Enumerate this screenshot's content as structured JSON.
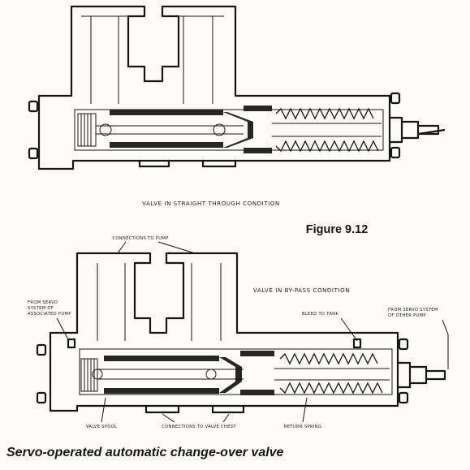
{
  "figure_number": "Figure 9.12",
  "title": "Servo-operated automatic change-over valve",
  "top_view": {
    "caption": "VALVE IN STRAIGHT THROUGH CONDITION"
  },
  "bottom_view": {
    "condition_label": "VALVE IN BY-PASS CONDITION",
    "labels": {
      "connections_to_pump": "CONNECTIONS TO PUMP",
      "from_servo_associated": [
        "FROM SERVO",
        "SYSTEM OF",
        "ASSOCIATED PUMP"
      ],
      "bleed_to_tank": "BLEED TO TANK",
      "from_servo_other": [
        "FROM SERVO SYSTEM",
        "OF OTHER PUMP"
      ],
      "valve_spool": "VALVE SPOOL",
      "connections_to_valve_chest": "CONNECTIONS TO VALVE CHEST",
      "return_spring": "RETURN SPRING"
    }
  }
}
